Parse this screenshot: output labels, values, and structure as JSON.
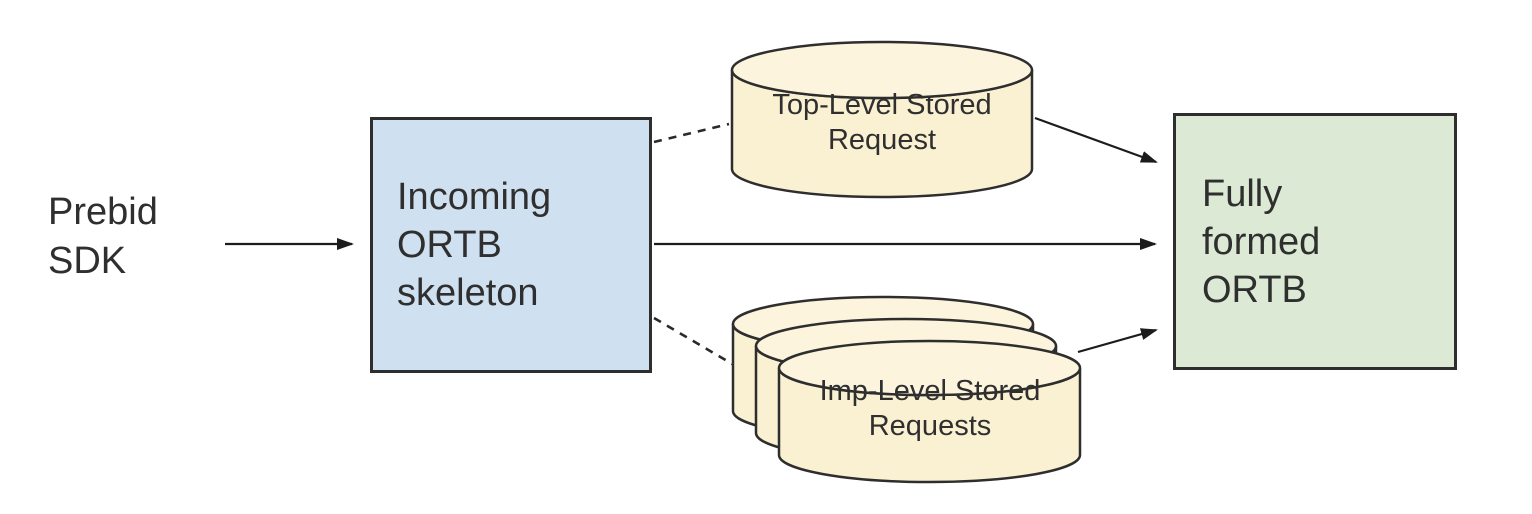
{
  "diagram": {
    "nodes": {
      "source": {
        "label": "Prebid\nSDK",
        "type": "text"
      },
      "incoming": {
        "label": "Incoming\nORTB\nskeleton",
        "type": "box",
        "fill": "#cfe0f1"
      },
      "top_stored": {
        "label": "Top-Level Stored\nRequest",
        "type": "cylinder",
        "fill": "#faf0d2"
      },
      "imp_stored": {
        "label": "Imp-Level Stored\nRequests",
        "type": "cylinder-stack-of-3",
        "fill": "#faf0d2"
      },
      "output": {
        "label": "Fully\nformed\nORTB",
        "type": "box",
        "fill": "#dce9d5"
      }
    },
    "edges": [
      {
        "from": "source",
        "to": "incoming",
        "style": "solid-arrow"
      },
      {
        "from": "incoming",
        "to": "top_stored",
        "style": "dashed-line"
      },
      {
        "from": "incoming",
        "to": "imp_stored",
        "style": "dashed-line"
      },
      {
        "from": "incoming",
        "to": "output",
        "style": "solid-arrow"
      },
      {
        "from": "top_stored",
        "to": "output",
        "style": "solid-arrow"
      },
      {
        "from": "imp_stored",
        "to": "output",
        "style": "solid-arrow"
      }
    ],
    "colors": {
      "background": "#ffffff",
      "border": "#2e2e2e",
      "arrow": "#1c1c1c",
      "incoming_fill": "#cfe0f1",
      "output_fill": "#dce9d5",
      "cylinder_fill": "#faf0d2",
      "cylinder_top_fill": "#fcf4dd",
      "text": "#2f2f2f"
    }
  }
}
